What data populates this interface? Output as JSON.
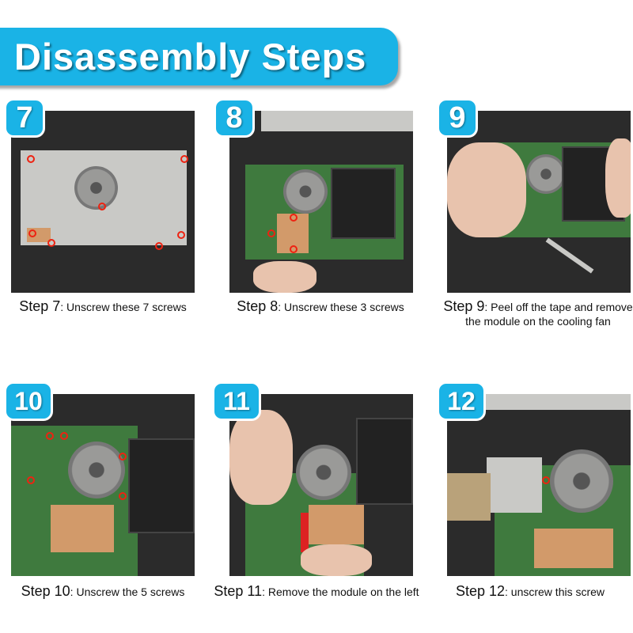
{
  "title": "Disassembly Steps",
  "steps": [
    {
      "number": "7",
      "label": "Step 7",
      "text": "Unscrew these 7 screws"
    },
    {
      "number": "8",
      "label": "Step 8",
      "text": "Unscrew these 3 screws"
    },
    {
      "number": "9",
      "label": "Step 9",
      "text": "Peel off the tape and remove the module on the cooling fan"
    },
    {
      "number": "10",
      "label": "Step 10",
      "text": "Unscrew the 5 screws"
    },
    {
      "number": "11",
      "label": "Step 11",
      "text": "Remove the module on the left"
    },
    {
      "number": "12",
      "label": "Step 12",
      "text": "unscrew this screw"
    }
  ],
  "colors": {
    "accent": "#1ab3e6",
    "screw_marker": "#e21"
  }
}
